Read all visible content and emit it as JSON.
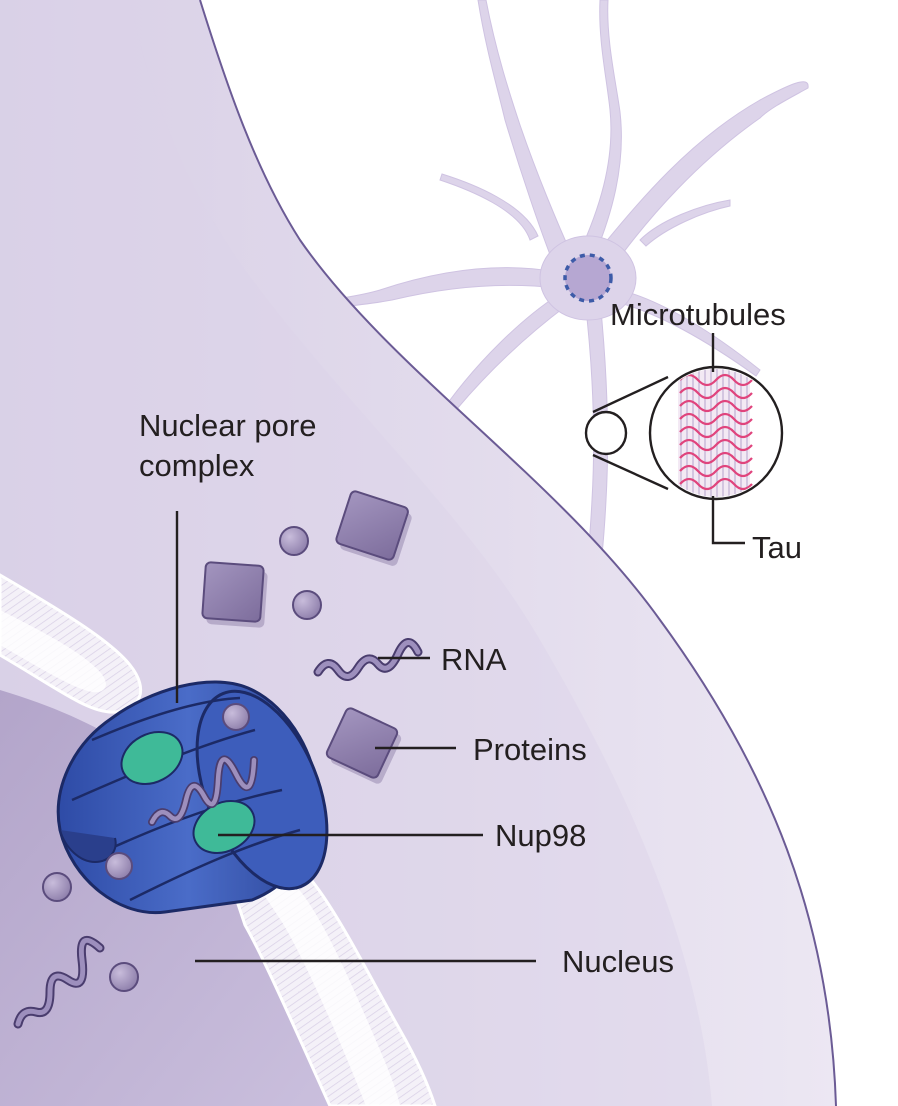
{
  "labels": {
    "microtubules": "Microtubules",
    "tau": "Tau",
    "nuclear_pore_line1": "Nuclear pore",
    "nuclear_pore_line2": "complex",
    "rna": "RNA",
    "proteins": "Proteins",
    "nup98": "Nup98",
    "nucleus": "Nucleus"
  },
  "colors": {
    "cytoplasm": "#e0d8ea",
    "cell_membrane": "#6b5b95",
    "nucleus": "#bdb0d2",
    "nuclear_envelope": "#f3eff7",
    "pore_blue": "#3a5bb5",
    "pore_dark": "#22357a",
    "nup98_teal": "#3fba98",
    "protein_box": "#8f80ad",
    "rna_strand": "#7b6b9c",
    "neuron": "#dcd3ea",
    "microtubule_pink": "#e0447d",
    "label_text": "#231f20"
  },
  "icons": [
    "neuron-icon",
    "microtubule-magnifier-icon",
    "nuclear-pore-icon",
    "protein-cube-icon",
    "rna-strand-icon",
    "nup98-blob-icon"
  ]
}
